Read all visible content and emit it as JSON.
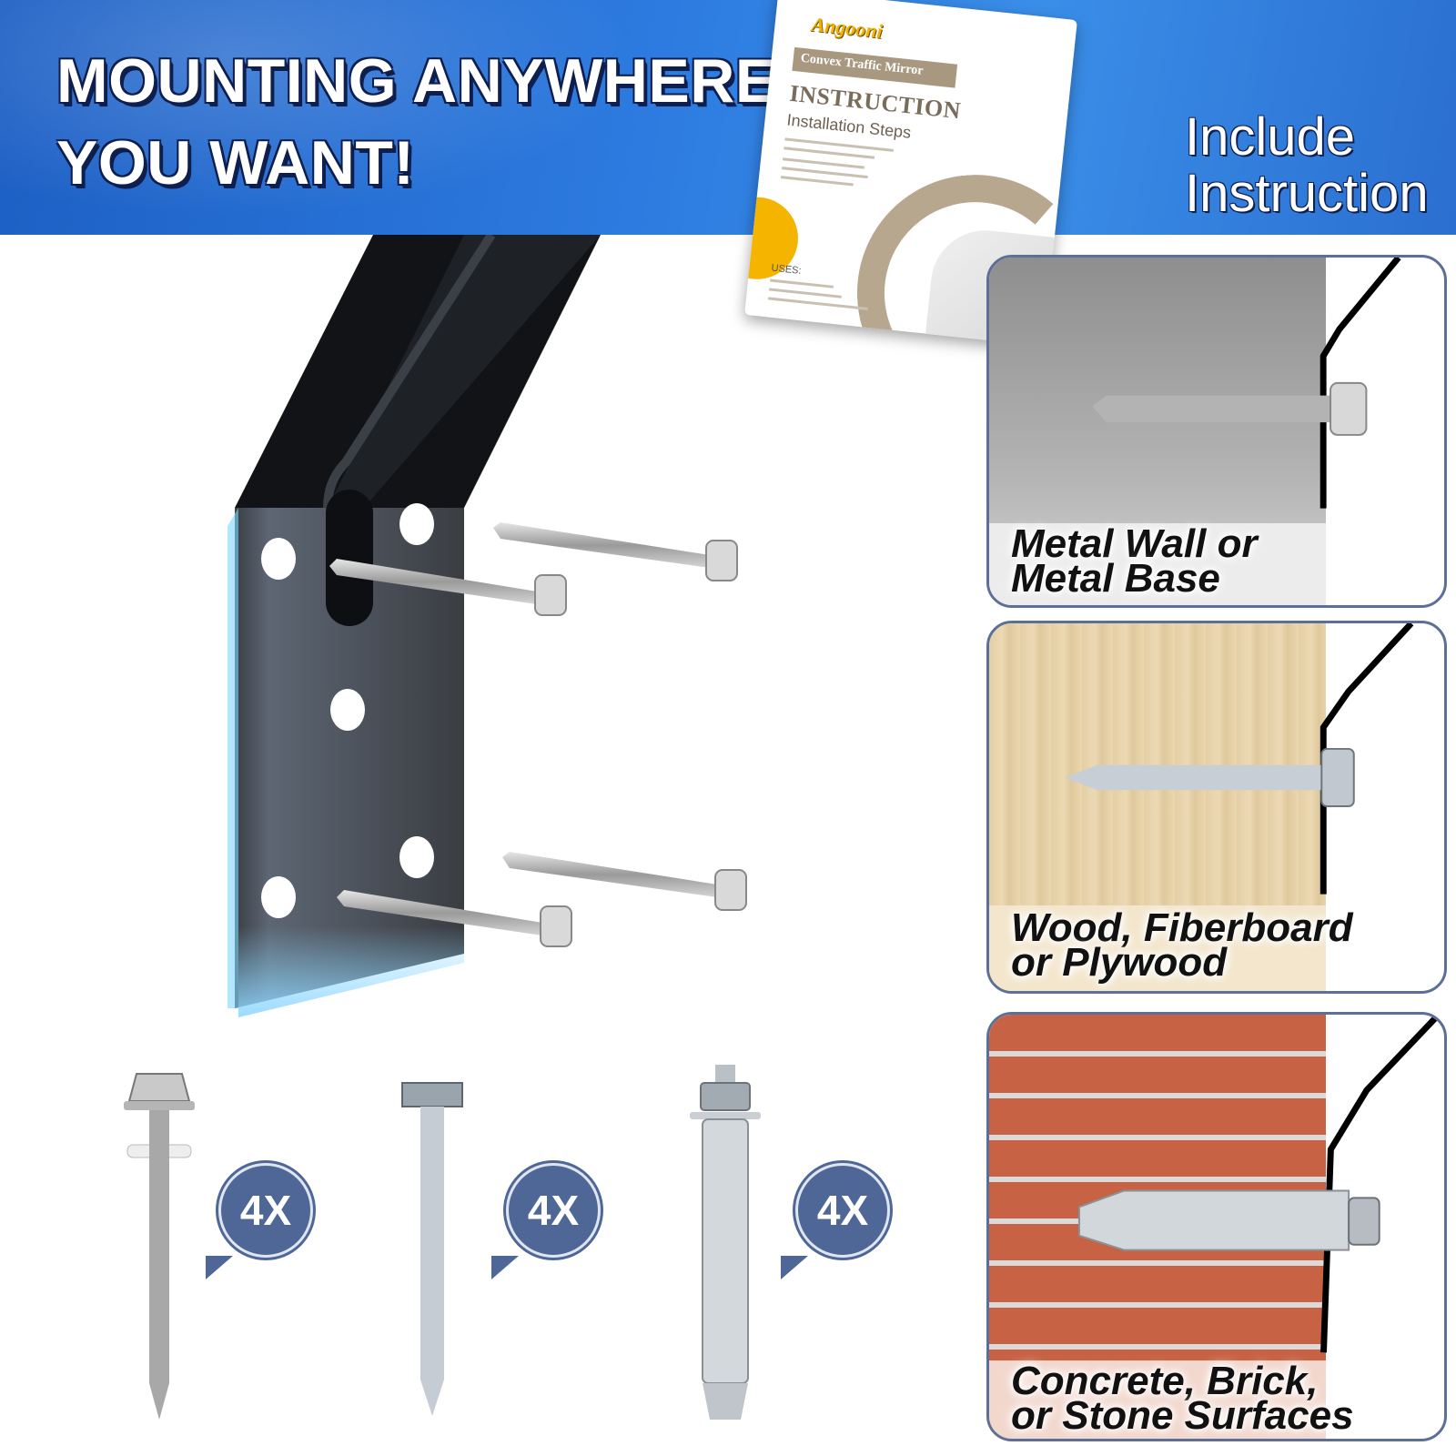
{
  "header": {
    "headline_line1": "MOUNTING ANYWHERE",
    "headline_line2": "YOU WANT!",
    "include_line1": "Include",
    "include_line2": "Instruction"
  },
  "instruction_sheet": {
    "brand": "Angooni",
    "product": "Convex Traffic Mirror",
    "title": "INSTRUCTION",
    "subtitle": "Installation Steps",
    "uses_label": "USES:"
  },
  "hardware": {
    "self_drilling_screw_qty": "4X",
    "lag_screw_qty": "4X",
    "expansion_bolt_qty": "4X"
  },
  "surfaces": {
    "metal_line1": "Metal Wall or",
    "metal_line2": "Metal Base",
    "wood_line1": "Wood, Fiberboard",
    "wood_line2": "or Plywood",
    "concrete_line1": "Concrete, Brick,",
    "concrete_line2": "or Stone Surfaces"
  },
  "colors": {
    "banner_blue": "#2d7be0",
    "badge_blue": "#4e6796",
    "card_border": "#5c6f97"
  }
}
